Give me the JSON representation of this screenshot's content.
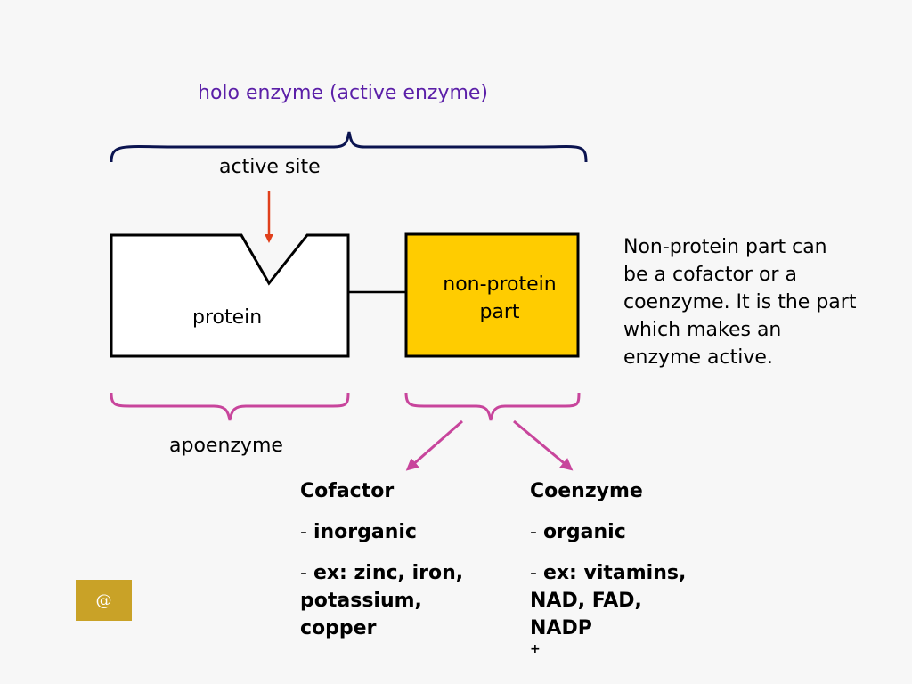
{
  "diagram": {
    "title": "holo enzyme (active enzyme)",
    "active_site_label": "active site",
    "protein_label": "protein",
    "nonprotein_label_line1": "non-protein",
    "nonprotein_label_line2": "part",
    "side_note_lines": [
      "Non-protein part can",
      "be a cofactor or a",
      "coenzyme. It is the part",
      "which makes an",
      "enzyme active."
    ],
    "apoenzyme_label": "apoenzyme",
    "cofactor": {
      "heading": "Cofactor",
      "item1_dash": "- ",
      "item1": "inorganic",
      "item2_dash": "- ",
      "item2_line1": "ex: zinc, iron,",
      "item2_line2": "potassium,",
      "item2_line3": "copper"
    },
    "coenzyme": {
      "heading": "Coenzyme",
      "item1_dash": "- ",
      "item1": "organic",
      "item2_dash": "- ",
      "item2_line1": "ex: vitamins,",
      "item2_line2": "NAD, FAD,",
      "item2_line3": "NADP",
      "item2_sup": "+"
    },
    "footer_badge": "@",
    "colors": {
      "title": "#5b1fa8",
      "holo_brace": "#0b1450",
      "sub_braces": "#c8459c",
      "active_site_arrow": "#e0401c",
      "nonprotein_fill": "#ffcc00",
      "footer_badge": "#c9a227",
      "background": "#f7f7f7"
    }
  }
}
